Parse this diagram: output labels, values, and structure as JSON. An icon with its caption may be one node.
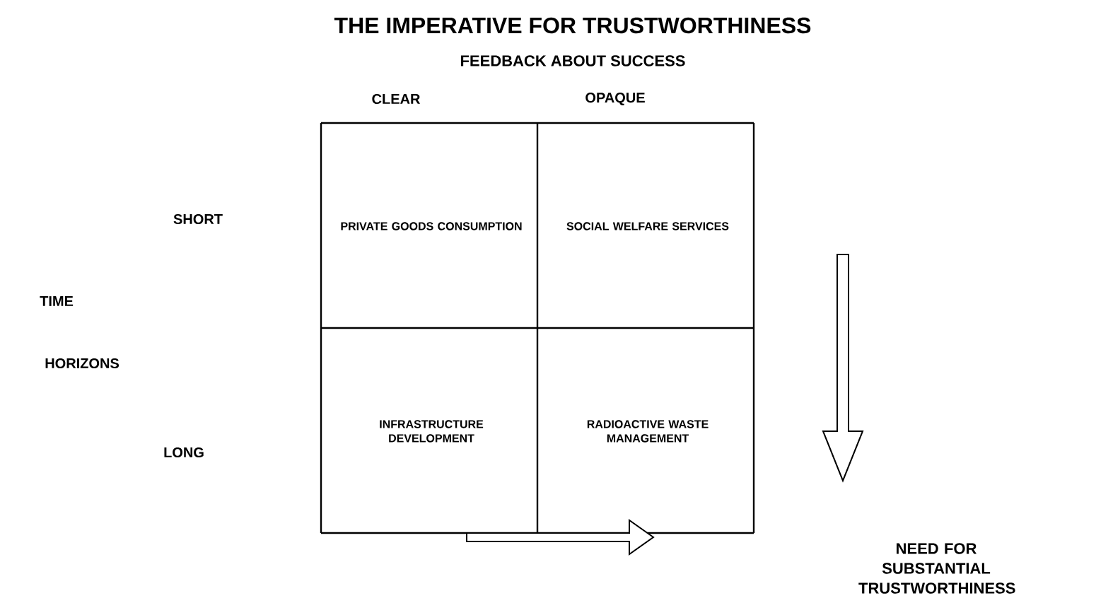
{
  "diagram": {
    "title": "THE IMPERATIVE FOR TRUSTWORTHINESS",
    "nodes": [
      {
        "text": [
          "PRIVATE GOODS CONSUMPTION"
        ]
      },
      {
        "text": [
          "SOCIAL WELFARE SERVICES"
        ]
      },
      {
        "text": [
          "INFRASTRUCTURE DEVELOPMENT"
        ]
      },
      {
        "text": [
          "RADIOACTIVE WASTE MANAGEMENT"
        ]
      }
    ],
    "labels": [
      "FEEDBACK ABOUT SUCCESS",
      "CLEAR",
      "OPAQUE",
      "SHORT",
      "TIME",
      "HORIZONS",
      "LONG",
      "NEED FOR SUBSTANTIAL TRUSTWORTHINESS"
    ]
  }
}
